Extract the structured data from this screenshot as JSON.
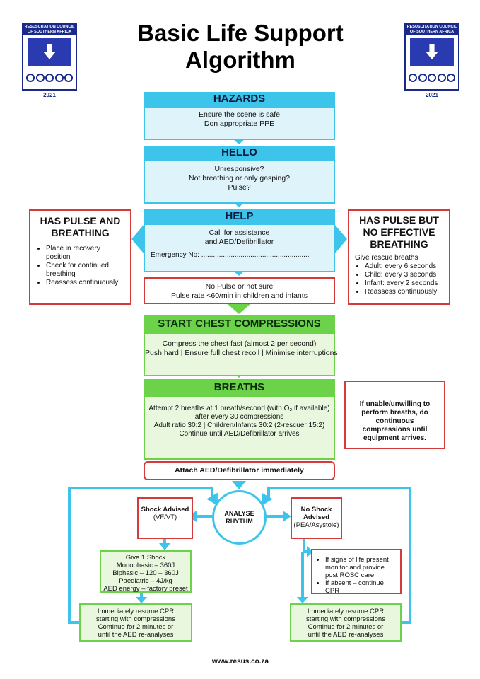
{
  "title": {
    "line1": "Basic Life Support",
    "line2": "Algorithm"
  },
  "logo": {
    "org": "RESUSCITATION COUNCIL OF SOUTHERN AFRICA",
    "year": "2021"
  },
  "hazards": {
    "heading": "HAZARDS",
    "line1": "Ensure the scene is safe",
    "line2": "Don appropriate PPE"
  },
  "hello": {
    "heading": "HELLO",
    "line1": "Unresponsive?",
    "line2": "Not breathing or only gasping?",
    "line3": "Pulse?"
  },
  "help": {
    "heading": "HELP",
    "line1": "Call for assistance",
    "line2": "and AED/Defibrillator",
    "emergency": "Emergency No: ......................................................."
  },
  "pulse_breathing": {
    "heading": "HAS PULSE AND BREATHING",
    "items": [
      "Place in recovery position",
      "Check for continued breathing",
      "Reassess continuously"
    ]
  },
  "pulse_no_breathing": {
    "heading": "HAS PULSE BUT NO EFFECTIVE BREATHING",
    "intro": "Give rescue breaths",
    "items": [
      "Adult: every 6 seconds",
      "Child: every 3 seconds",
      "Infant: every 2 seconds",
      "Reassess continuously"
    ]
  },
  "no_pulse": {
    "line1": "No Pulse or not sure",
    "line2": "Pulse rate <60/min in children and infants"
  },
  "compressions": {
    "heading": "START CHEST COMPRESSIONS",
    "line1": "Compress the chest fast (almost 2 per second)",
    "line2": "Push hard | Ensure full chest recoil | Minimise interruptions"
  },
  "breaths": {
    "heading": "BREATHS",
    "line1": "Attempt 2 breaths at 1 breath/second (with O₂ if available)",
    "line2": "after every 30 compressions",
    "line3": "Adult ratio 30:2 | Children/Infants 30:2 (2-rescuer 15:2)",
    "line4": "Continue until AED/Defibrillator arrives"
  },
  "unable": {
    "text": "If unable/unwilling to perform breaths, do continuous compressions until equipment arrives."
  },
  "aed": {
    "text": "Attach AED/Defibrillator immediately"
  },
  "analyse": {
    "text": "ANALYSE RHYTHM"
  },
  "shock": {
    "label": "Shock Advised",
    "sub": "(VF/VT)"
  },
  "noshock": {
    "label": "No Shock Advised",
    "sub": "(PEA/Asystole)"
  },
  "give_shock": {
    "line1": "Give 1 Shock",
    "line2": "Monophasic – 360J",
    "line3": "Biphasic – 120 – 360J",
    "line4": "Paediatric – 4J/kg",
    "line5": "AED energy – factory preset"
  },
  "signs": {
    "items": [
      "If signs of life present monitor and provide post ROSC care",
      "If absent – continue CPR"
    ]
  },
  "resume_left": {
    "text": "Immediately resume CPR starting with compressions Continue for 2 minutes or until the AED re-analyses"
  },
  "resume_right": {
    "text": "Immediately resume CPR starting with compressions Continue for 2 minutes or until the AED re-analyses"
  },
  "footer": {
    "url": "www.resus.co.za"
  },
  "colors": {
    "blue": "#3cc4ea",
    "green": "#6bd24a",
    "red": "#d43a3a",
    "navy": "#1a2a8a"
  }
}
